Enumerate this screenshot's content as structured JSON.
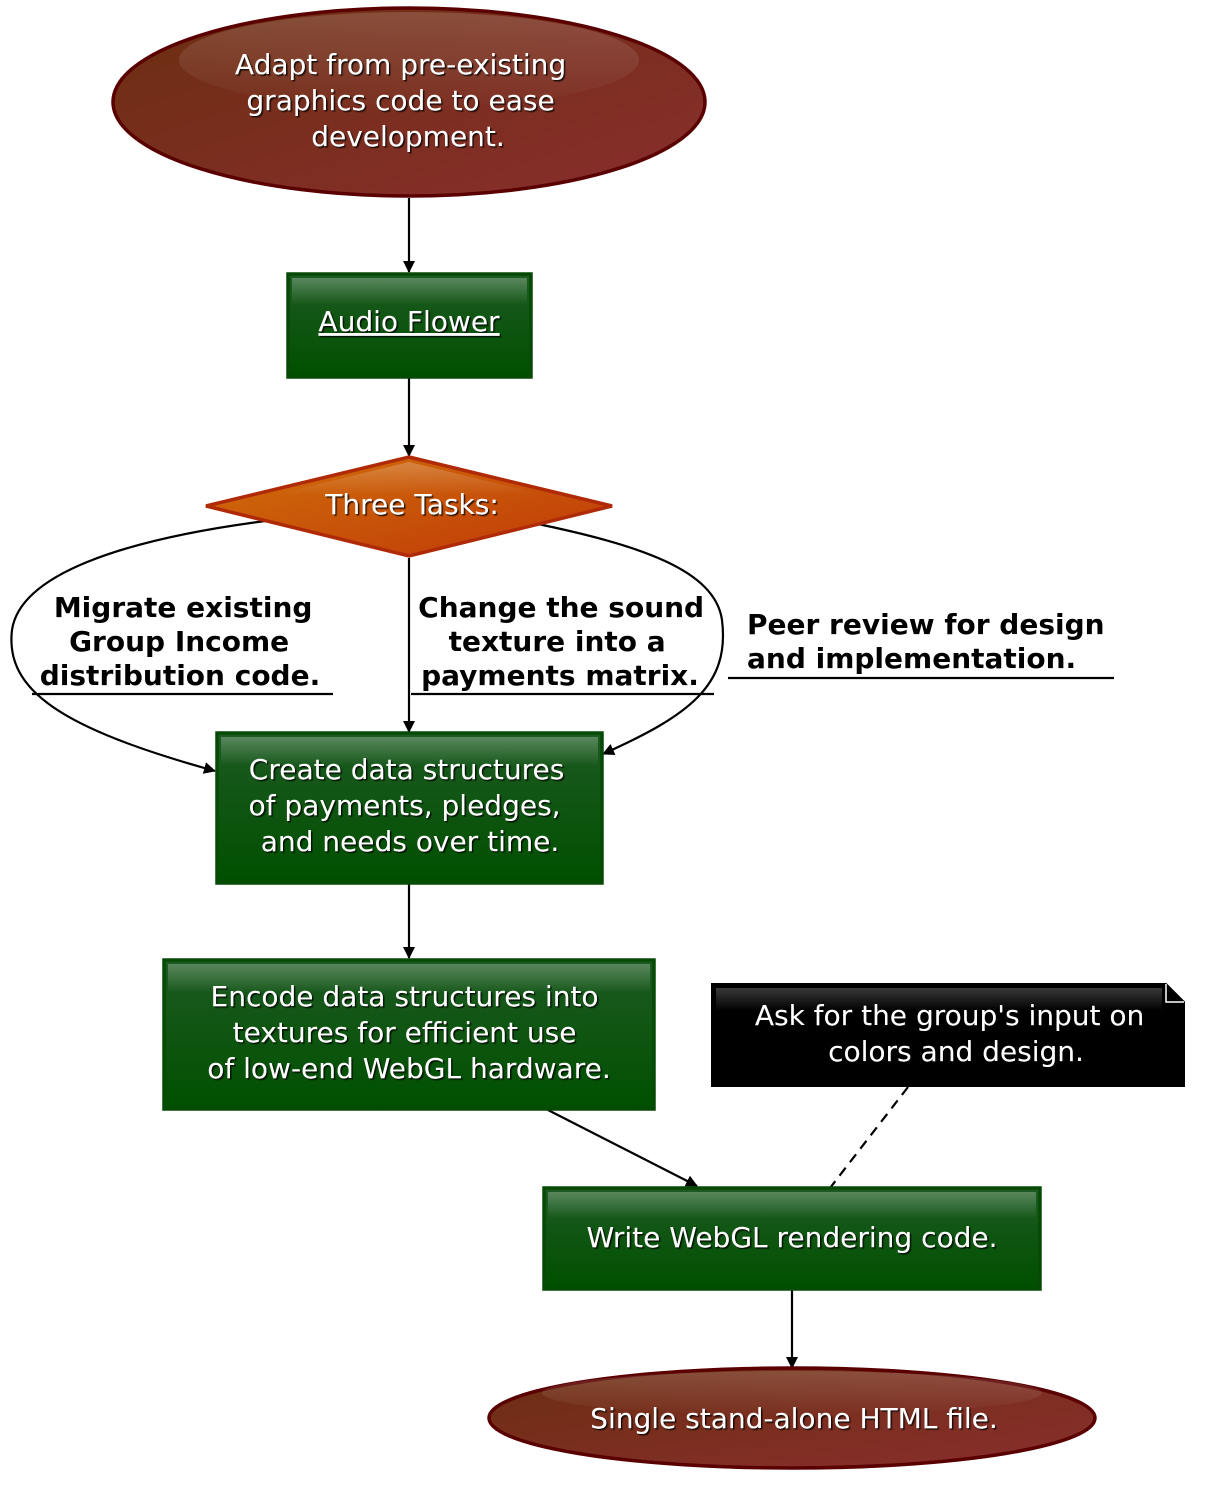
{
  "nodes": {
    "start": {
      "lines": [
        "Adapt from pre-existing",
        "graphics code to ease",
        "development."
      ]
    },
    "audio_flower": {
      "label": "Audio Flower"
    },
    "three_tasks": {
      "label": "Three Tasks:"
    },
    "create_data": {
      "lines": [
        "Create data structures",
        "of payments, pledges,",
        "and needs over time."
      ]
    },
    "encode_data": {
      "lines": [
        "Encode data structures into",
        "textures for efficient use",
        "of low-end WebGL hardware."
      ]
    },
    "note": {
      "lines": [
        "Ask for the group's input on",
        "colors and design."
      ]
    },
    "write_webgl": {
      "label": "Write WebGL rendering code."
    },
    "end": {
      "label": "Single stand-alone HTML file."
    }
  },
  "edges": {
    "migrate": {
      "lines": [
        "Migrate existing",
        "Group Income",
        "distribution code."
      ]
    },
    "change_sound": {
      "lines": [
        "Change the sound",
        "texture into a",
        "payments matrix."
      ]
    },
    "peer_review": {
      "lines": [
        "Peer review for design",
        "and implementation."
      ]
    }
  },
  "colors": {
    "terminal_fill": "#7a2f22",
    "terminal_border": "#5a0000",
    "process_fill": "#0f5418",
    "process_border": "#064a06",
    "decision_fill": "#c8520a",
    "decision_border": "#b02a08",
    "note_fill": "#000000",
    "edge": "#000000"
  }
}
